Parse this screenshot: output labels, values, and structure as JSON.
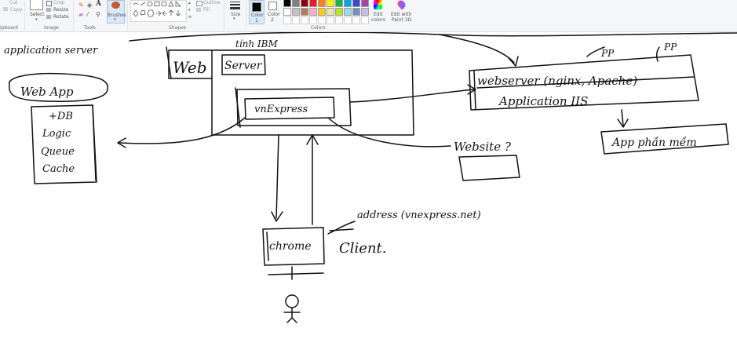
{
  "ribbon": {
    "clipboard": {
      "cut": "Cut",
      "copy": "Copy",
      "group": "ipboard"
    },
    "image": {
      "select": "Select",
      "crop": "Crop",
      "resize": "Resize",
      "rotate": "Rotate",
      "group": "Image"
    },
    "tools": {
      "group": "Tools"
    },
    "brushes": {
      "label": "Brushes"
    },
    "shapes": {
      "outline": "Outline",
      "fill": "Fill",
      "group": "Shapes"
    },
    "size": {
      "label": "Size"
    },
    "color1": {
      "label": "Color",
      "num": "1"
    },
    "color2": {
      "label": "Color",
      "num": "2"
    },
    "colors": {
      "group": "Colors",
      "edit_colors_1": "Edit",
      "edit_colors_2": "colors",
      "edit_paint3d_1": "Edit with",
      "edit_paint3d_2": "Paint 3D"
    },
    "palette_row1": [
      "#000000",
      "#7f7f7f",
      "#880015",
      "#ed1c24",
      "#ff7f27",
      "#fff200",
      "#22b14c",
      "#00a2e8",
      "#3f48cc",
      "#a349a4"
    ],
    "palette_row2": [
      "#ffffff",
      "#c3c3c3",
      "#b97a57",
      "#ffaec9",
      "#ffc90e",
      "#efe4b0",
      "#b5e61d",
      "#99d9ea",
      "#7092be",
      "#c8bfe7"
    ]
  },
  "canvas": {
    "app_server": "application server",
    "web_app": "Web App",
    "db": "+DB",
    "logic": "Logic",
    "queue": "Queue",
    "cache": "Cache",
    "ibm": "tính IBM",
    "web_label": "Web",
    "server_label": "Server",
    "vnexpress": "vnExpress",
    "webserver": "webserver (nginx, Apache)",
    "application_iis": "Application   IIS",
    "pp1": "PP",
    "pp2": "PP",
    "app_software": "App phần mềm",
    "website": "Website ?",
    "address": "address (vnexpress.net)",
    "chrome": "chrome",
    "client": "Client."
  }
}
